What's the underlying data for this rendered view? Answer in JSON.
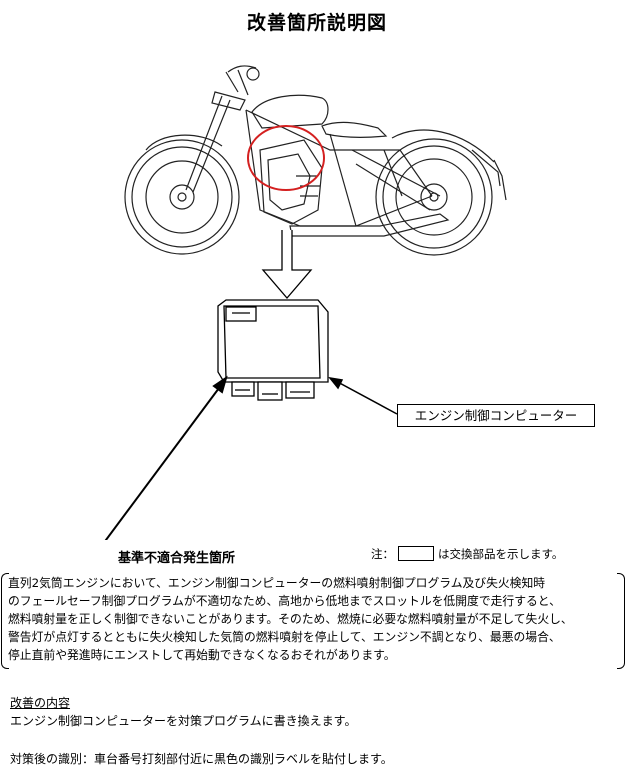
{
  "title": "改善箇所説明図",
  "callout": {
    "ecu_label": "エンジン制御コンピューター"
  },
  "defect_heading": "基準不適合発生箇所",
  "note": {
    "prefix": "注：",
    "suffix": "は交換部品を示します。"
  },
  "description": "直列2気筒エンジンにおいて、エンジン制御コンピューターの燃料噴射制御プログラム及び失火検知時\nのフェールセーフ制御プログラムが不適切なため、高地から低地までスロットルを低開度で走行すると、\n燃料噴射量を正しく制御できないことがあります。そのため、燃焼に必要な燃料噴射量が不足して失火し、\n警告灯が点灯するとともに失火検知した気筒の燃料噴射を停止して、エンジン不調となり、最悪の場合、\n停止直前や発進時にエンストして再始動できなくなるおそれがあります。",
  "improvement": {
    "heading": "改善の内容",
    "body": "エンジン制御コンピューターを対策プログラムに書き換えます。"
  },
  "identification": "対策後の識別：車台番号打刻部付近に黒色の識別ラベルを貼付します。",
  "colors": {
    "highlight_circle": "#d42020",
    "line": "#000000"
  }
}
